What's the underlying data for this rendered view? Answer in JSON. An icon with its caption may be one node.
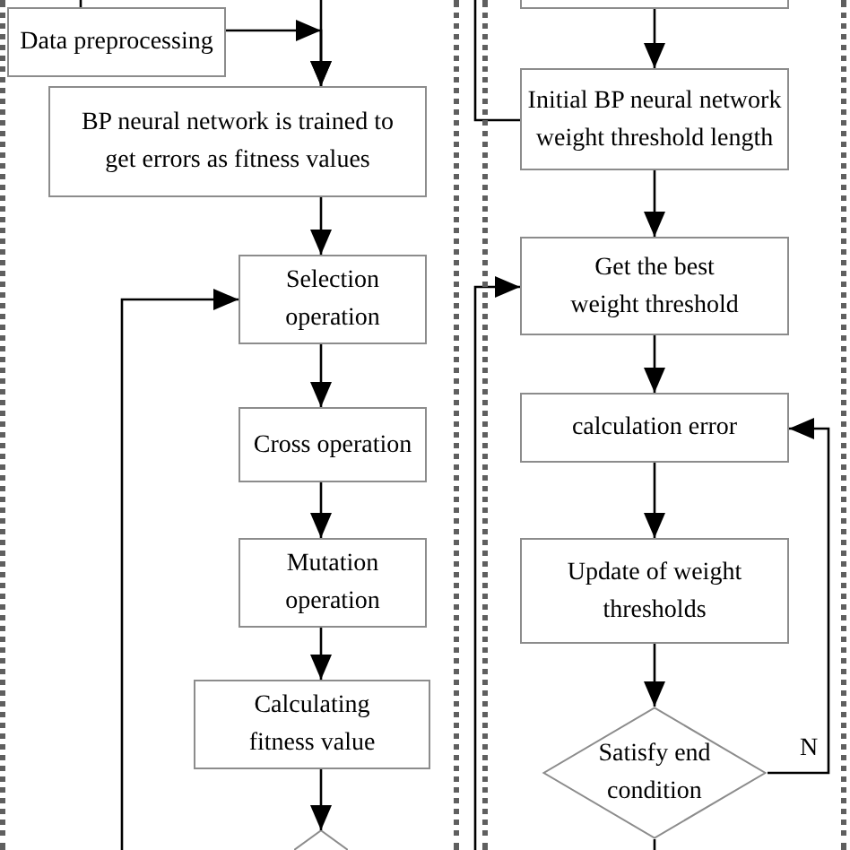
{
  "diagram": {
    "nodes": [
      {
        "text": [],
        "shape": "box"
      },
      {
        "text": [
          "Data preprocessing"
        ],
        "in": 0
      },
      {
        "text": [
          "BP neural network is trained to get errors as fitness values"
        ],
        "in": 0
      },
      {
        "text": [
          "Selection operation"
        ],
        "in": 0
      },
      {
        "text": [
          "Cross operation"
        ],
        "in": 0
      },
      {
        "text": [
          "Mutation operation"
        ],
        "in": 0
      },
      {
        "text": [
          "Calculating fitness value"
        ],
        "in": 0
      },
      {
        "text": [],
        "shape": "diamond",
        "in": 0
      },
      {
        "text": [],
        "shape": "box"
      },
      {
        "text": [],
        "shape": "box",
        "in": 8
      },
      {
        "text": [
          "Initial BP neural network weight threshold length"
        ],
        "in": 8
      },
      {
        "text": [
          "Get the best weight threshold"
        ],
        "in": 8
      },
      {
        "text": [
          "calculation error"
        ],
        "in": 8
      },
      {
        "text": [
          "Update of weight thresholds"
        ],
        "in": 8
      },
      {
        "text": [
          "Satisfy end condition"
        ],
        "in": 8
      }
    ],
    "edges": [
      {
        "from": null,
        "to": 1,
        "arrow": "none"
      },
      {
        "from": 1,
        "to": 2,
        "arrow": "to"
      },
      {
        "from": null,
        "to": 2,
        "arrow": "to"
      },
      {
        "from": 2,
        "to": 3,
        "arrow": "to"
      },
      {
        "from": 3,
        "to": 4,
        "arrow": "to"
      },
      {
        "from": 4,
        "to": 5,
        "arrow": "to"
      },
      {
        "from": 5,
        "to": 6,
        "arrow": "to"
      },
      {
        "from": 6,
        "to": 7,
        "arrow": "to"
      },
      {
        "from": null,
        "to": 3,
        "arrow": "to"
      },
      {
        "from": 9,
        "to": 10,
        "arrow": "to"
      },
      {
        "from": 10,
        "to": null,
        "arrow": "none"
      },
      {
        "from": 10,
        "to": 11,
        "arrow": "to"
      },
      {
        "from": null,
        "to": 11,
        "arrow": "to"
      },
      {
        "from": 11,
        "to": 12,
        "arrow": "to"
      },
      {
        "from": 12,
        "to": 13,
        "arrow": "to"
      },
      {
        "from": 13,
        "to": 14,
        "arrow": "to"
      },
      {
        "from": 14,
        "to": 12,
        "arrow": "to",
        "label": "N"
      },
      {
        "from": 14,
        "to": null,
        "arrow": "none"
      }
    ]
  }
}
